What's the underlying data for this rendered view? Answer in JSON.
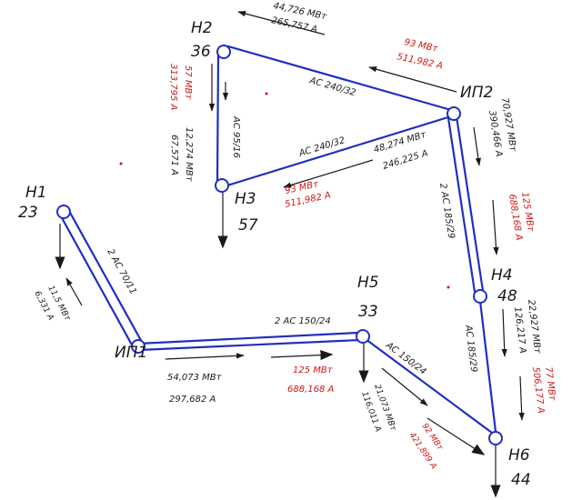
{
  "colors": {
    "line": "#1f2fbf",
    "black": "#1a1a1a",
    "red": "#d11414"
  },
  "nodes": {
    "n1_name": "Н1",
    "n1_load": "23",
    "n2_name": "Н2",
    "n2_load": "36",
    "n3_name": "Н3",
    "n3_load": "57",
    "n4_name": "Н4",
    "n4_load": "48",
    "n5_name": "Н5",
    "n5_load": "33",
    "n6_name": "Н6",
    "n6_load": "44",
    "ip1_name": "ИП1",
    "ip2_name": "ИП2"
  },
  "lines": {
    "ip2_n2": "АС 240/32",
    "ip2_n3": "АС 240/32",
    "n2_n3": "АС 95/16",
    "n1_ip1": "2 АС 70/11",
    "ip1_n5": "2 АС 150/24",
    "n5_n6": "АС 150/24",
    "ip2_n4": "2 АС 185/29",
    "n4_n6": "АС 185/29"
  },
  "flows": {
    "top_power": "44,726 МВт",
    "top_current": "265,757 А",
    "ip2n2_power_red": "93 МВт",
    "ip2n2_current_red": "511,982 А",
    "n2_red_power": "57 МВт",
    "n2_red_current": "313,795 А",
    "n2n3_power": "12,274 МВт",
    "n2n3_current": "67,571 А",
    "ip2n3_power": "48,274 МВт",
    "ip2n3_current": "246,225 А",
    "ip2n3_power_red": "93 МВт",
    "ip2n3_current_red": "511,982 А",
    "ip2n4_power": "70,927 МВт",
    "ip2n4_current": "390,466 А",
    "ip2n4_power_red": "125 МВт",
    "ip2n4_current_red": "688,168 А",
    "n4n6_power": "22,927 МВт",
    "n4n6_current": "126,217 А",
    "n4n6_power_red": "77 МВт",
    "n4n6_current_red": "506,177 А",
    "n1_power": "11,5 МВт",
    "n1_current": "6,331 А",
    "ip1n5_power": "54,073 МВт",
    "ip1n5_current": "297,682 А",
    "ip1n5_power_red": "125 МВт",
    "ip1n5_current_red": "688,168 А",
    "n5n6_power": "21,073 МВт",
    "n5n6_current": "116,011 А",
    "n5n6_power_red": "92 МВт",
    "n5n6_current_red": "421,899 А"
  }
}
